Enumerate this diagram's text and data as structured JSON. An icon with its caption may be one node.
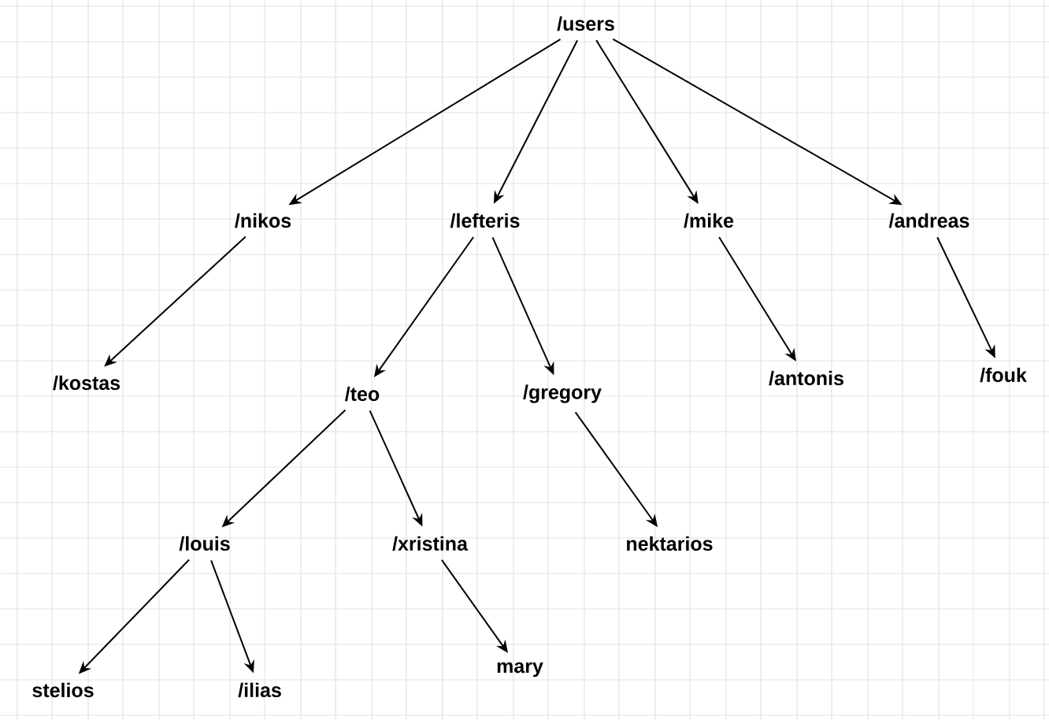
{
  "diagram": {
    "nodes": [
      {
        "text": [
          "/users"
        ]
      },
      {
        "text": [
          "/nikos"
        ]
      },
      {
        "text": [
          "/lefteris"
        ]
      },
      {
        "text": [
          "/mike"
        ]
      },
      {
        "text": [
          "/andreas"
        ]
      },
      {
        "text": [
          "/kostas"
        ]
      },
      {
        "text": [
          "/teo"
        ]
      },
      {
        "text": [
          "/gregory"
        ]
      },
      {
        "text": [
          "/antonis"
        ]
      },
      {
        "text": [
          "/fouk"
        ]
      },
      {
        "text": [
          "/louis"
        ]
      },
      {
        "text": [
          "/xristina"
        ]
      },
      {
        "text": [
          "nektarios"
        ]
      },
      {
        "text": [
          "stelios"
        ]
      },
      {
        "text": [
          "/ilias"
        ]
      },
      {
        "text": [
          "mary"
        ]
      }
    ],
    "edges": [
      {
        "from": 0,
        "to": 1,
        "arrow": "to"
      },
      {
        "from": 0,
        "to": 2,
        "arrow": "to"
      },
      {
        "from": 0,
        "to": 3,
        "arrow": "to"
      },
      {
        "from": 0,
        "to": 4,
        "arrow": "to"
      },
      {
        "from": 1,
        "to": 5,
        "arrow": "to"
      },
      {
        "from": 2,
        "to": 6,
        "arrow": "to"
      },
      {
        "from": 2,
        "to": 7,
        "arrow": "to"
      },
      {
        "from": 3,
        "to": 8,
        "arrow": "to"
      },
      {
        "from": 4,
        "to": 9,
        "arrow": "to"
      },
      {
        "from": 6,
        "to": 10,
        "arrow": "to"
      },
      {
        "from": 6,
        "to": 11,
        "arrow": "to"
      },
      {
        "from": 7,
        "to": 12,
        "arrow": "to"
      },
      {
        "from": 10,
        "to": 13,
        "arrow": "to"
      },
      {
        "from": 10,
        "to": 14,
        "arrow": "to"
      },
      {
        "from": 11,
        "to": 15,
        "arrow": "to"
      }
    ]
  }
}
